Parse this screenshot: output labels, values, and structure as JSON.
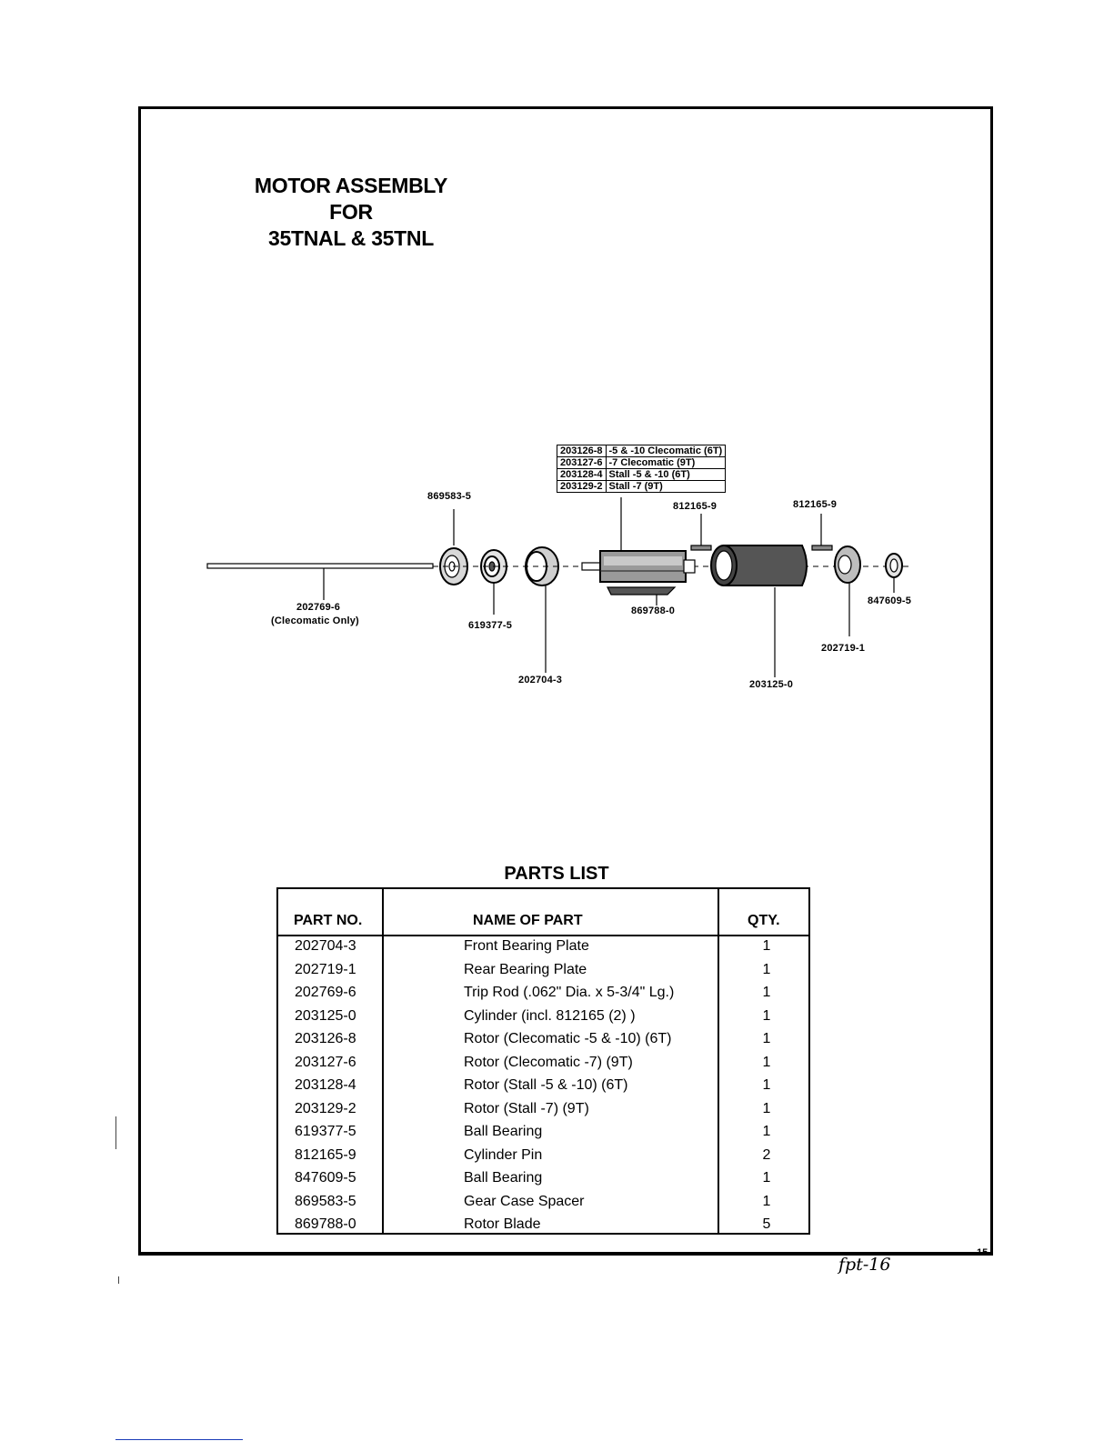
{
  "title": {
    "line1": "MOTOR ASSEMBLY",
    "line2": "FOR",
    "line3": "35TNAL & 35TNL"
  },
  "diagram": {
    "callouts": {
      "c_869583": "869583-5",
      "c_812165a": "812165-9",
      "c_812165b": "812165-9",
      "c_202769": "202769-6",
      "c_202769_note": "(Clecomatic Only)",
      "c_619377": "619377-5",
      "c_202704": "202704-3",
      "c_869788": "869788-0",
      "c_203125": "203125-0",
      "c_847609": "847609-5",
      "c_202719": "202719-1"
    },
    "rotor_options": [
      {
        "part": "203126-8",
        "desc": "-5 & -10 Clecomatic (6T)"
      },
      {
        "part": "203127-6",
        "desc": "-7 Clecomatic (9T)"
      },
      {
        "part": "203128-4",
        "desc": "Stall -5 & -10 (6T)"
      },
      {
        "part": "203129-2",
        "desc": "Stall -7 (9T)"
      }
    ]
  },
  "parts_list": {
    "title": "PARTS LIST",
    "headers": {
      "part_no": "PART NO.",
      "name": "NAME OF PART",
      "qty": "QTY."
    },
    "rows": [
      {
        "part_no": "202704-3",
        "name": "Front Bearing Plate",
        "qty": "1"
      },
      {
        "part_no": "202719-1",
        "name": "Rear Bearing Plate",
        "qty": "1"
      },
      {
        "part_no": "202769-6",
        "name": "Trip Rod (.062\" Dia. x 5-3/4\" Lg.)",
        "qty": "1"
      },
      {
        "part_no": "203125-0",
        "name": "Cylinder (incl. 812165 (2) )",
        "qty": "1"
      },
      {
        "part_no": "203126-8",
        "name": "Rotor (Clecomatic -5 & -10) (6T)",
        "qty": "1"
      },
      {
        "part_no": "203127-6",
        "name": "Rotor (Clecomatic -7) (9T)",
        "qty": "1"
      },
      {
        "part_no": "203128-4",
        "name": "Rotor (Stall -5 & -10) (6T)",
        "qty": "1"
      },
      {
        "part_no": "203129-2",
        "name": "Rotor (Stall -7) (9T)",
        "qty": "1"
      },
      {
        "part_no": "619377-5",
        "name": "Ball Bearing",
        "qty": "1"
      },
      {
        "part_no": "812165-9",
        "name": "Cylinder Pin",
        "qty": "2"
      },
      {
        "part_no": "847609-5",
        "name": "Ball Bearing",
        "qty": "1"
      },
      {
        "part_no": "869583-5",
        "name": "Gear Case Spacer",
        "qty": "1"
      },
      {
        "part_no": "869788-0",
        "name": "Rotor Blade",
        "qty": "5"
      }
    ]
  },
  "page_number": "15",
  "handwritten_note": "fpt-16"
}
